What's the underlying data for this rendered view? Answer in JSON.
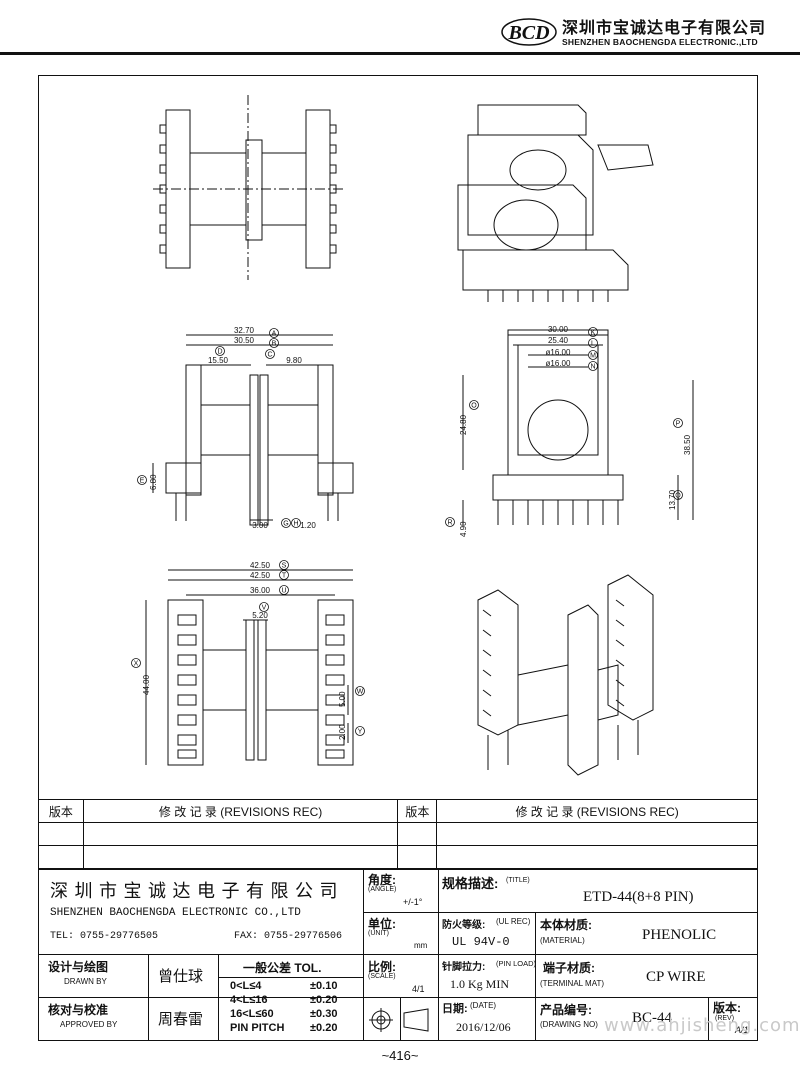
{
  "header": {
    "company_cn": "深圳市宝诚达电子有限公司",
    "company_en": "SHENZHEN BAOCHENGDA ELECTRONIC.,LTD",
    "logo_text": "BCD"
  },
  "dimensions": {
    "side": {
      "A": "32.70",
      "B": "30.50",
      "D": "15.50",
      "C": "9.80",
      "E": "6.80",
      "G": "3.00",
      "H": "1.20"
    },
    "front": {
      "K": "30.00",
      "L": "25.40",
      "M": "ø16.00",
      "N": "ø16.00",
      "O": "24.80",
      "P": "38.50",
      "Q": "13.70",
      "R": "4.90"
    },
    "bottom": {
      "S": "42.50",
      "T": "42.50",
      "U": "36.00",
      "V": "5.20",
      "X": "44.00",
      "W": "5.00",
      "Y": "2.00"
    },
    "balloons": [
      "A",
      "B",
      "D",
      "C",
      "E",
      "G",
      "H",
      "K",
      "L",
      "M",
      "N",
      "O",
      "P",
      "Q",
      "R",
      "S",
      "T",
      "U",
      "V",
      "X",
      "W",
      "Y"
    ]
  },
  "revisions": {
    "left_header": "版本",
    "left_title": "修 改 记 录  (REVISIONS REC)",
    "right_header": "版本",
    "right_title": "修 改 记 录  (REVISIONS REC)"
  },
  "title_block": {
    "company_cn": "深 圳 市 宝 诚 达 电 子 有 限 公 司",
    "company_en": "SHENZHEN BAOCHENGDA ELECTRONIC CO.,LTD",
    "tel": "TEL: 0755-29776505",
    "fax": "FAX: 0755-29776506",
    "angle_cn": "角度:",
    "angle_en": "(ANGLE)",
    "angle_val": "+/-1°",
    "unit_cn": "单位:",
    "unit_en": "(UNIT)",
    "unit_val": "mm",
    "scale_cn": "比例:",
    "scale_en": "(SCALE)",
    "scale_val": "4/1",
    "title_cn": "规格描述:",
    "title_en": "(TITLE)",
    "title_val": "ETD-44(8+8 PIN)",
    "ul_cn": "防火等级:",
    "ul_en": "(UL REC)",
    "ul_val": "UL 94V-0",
    "material_cn": "本体材质:",
    "material_en": "(MATERIAL)",
    "material_val": "PHENOLIC",
    "pinload_cn": "针脚拉力:",
    "pinload_en": "(PIN LOAD)",
    "pinload_val": "1.0 Kg MIN",
    "terminal_cn": "端子材质:",
    "terminal_en": "(TERMINAL MAT)",
    "terminal_val": "CP WIRE",
    "date_cn": "日期:",
    "date_en": "(DATE)",
    "date_val": "2016/12/06",
    "drawingno_cn": "产品编号:",
    "drawingno_en": "(DRAWING NO)",
    "drawingno_val": "BC-44",
    "rev_cn": "版本:",
    "rev_en": "(REV)",
    "rev_val": "A/1",
    "drawn_cn": "设计与绘图",
    "drawn_en": "DRAWN BY",
    "drawn_val": "曾仕球",
    "approved_cn": "核对与校准",
    "approved_en": "APPROVED BY",
    "approved_val": "周春雷",
    "tol_title": "一般公差 TOL.",
    "tol_rows": [
      {
        "range": "0<L≤4",
        "val": "±0.10"
      },
      {
        "range": "4<L≤16",
        "val": "±0.20"
      },
      {
        "range": "16<L≤60",
        "val": "±0.30"
      },
      {
        "range": "PIN PITCH",
        "val": "±0.20"
      }
    ]
  },
  "watermark": "www.ahjisheng.com",
  "page_number": "~416~"
}
